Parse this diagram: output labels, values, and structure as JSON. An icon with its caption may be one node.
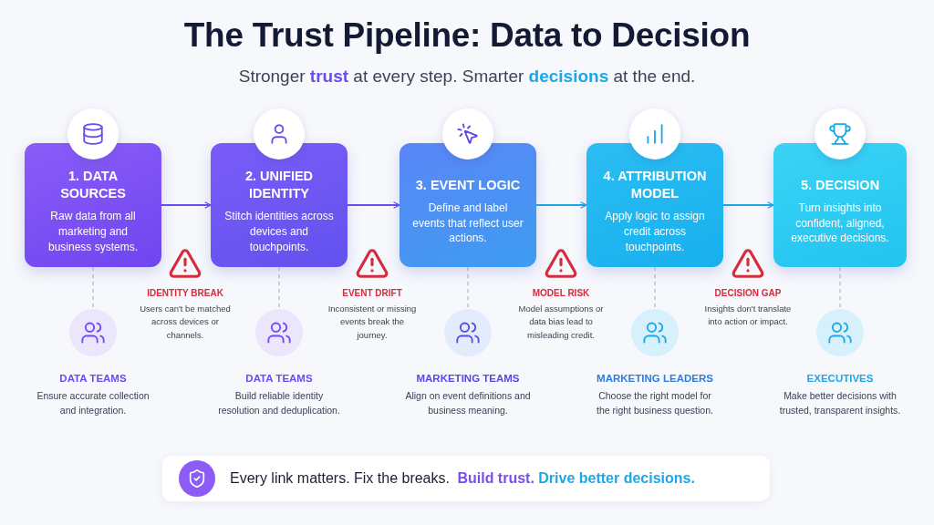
{
  "diagram": {
    "title": "The Trust Pipeline: Data to Decision",
    "caption": "Every link matters. Fix the breaks. **Build trust.** **Drive better decisions.**",
    "nodes": [
      {
        "text": [
          "1. DATA SOURCES",
          "Raw data from all marketing and business systems."
        ]
      },
      {
        "text": [
          "2. UNIFIED IDENTITY",
          "Stitch identities across devices and touchpoints."
        ]
      },
      {
        "text": [
          "3. EVENT LOGIC",
          "Define and label events that reflect user actions."
        ]
      },
      {
        "text": [
          "4. ATTRIBUTION MODEL",
          "Apply logic to assign credit across touchpoints."
        ]
      },
      {
        "text": [
          "5. DECISION",
          "Turn insights into confident, aligned, executive decisions."
        ]
      },
      {
        "text": [
          "DATA TEAMS",
          "Ensure accurate collection and integration."
        ]
      },
      {
        "text": [
          "DATA TEAMS",
          "Build reliable identity resolution and deduplication."
        ]
      },
      {
        "text": [
          "MARKETING TEAMS",
          "Align on event definitions and business meaning."
        ]
      },
      {
        "text": [
          "MARKETING LEADERS",
          "Choose the right model for the right business question."
        ]
      },
      {
        "text": [
          "EXECUTIVES",
          "Make better decisions with trusted, transparent insights."
        ]
      }
    ],
    "edges": [
      {
        "from": 0,
        "to": 1,
        "arrow": "to",
        "color": "#6a4cf0"
      },
      {
        "from": 1,
        "to": 2,
        "arrow": "to",
        "color": "#6a4cf0"
      },
      {
        "from": 2,
        "to": 3,
        "arrow": "to",
        "color": "#1aa8e8"
      },
      {
        "from": 3,
        "to": 4,
        "arrow": "to",
        "color": "#1aa8e8"
      },
      {
        "from": 0,
        "to": 5,
        "arrow": "none",
        "style": "dashed",
        "color": "#b5b8c2"
      },
      {
        "from": 1,
        "to": 6,
        "arrow": "none",
        "style": "dashed",
        "color": "#b5b8c2"
      },
      {
        "from": 2,
        "to": 7,
        "arrow": "none",
        "style": "dashed",
        "color": "#b5b8c2"
      },
      {
        "from": 3,
        "to": 8,
        "arrow": "none",
        "style": "dashed",
        "color": "#b5b8c2"
      },
      {
        "from": 4,
        "to": 9,
        "arrow": "none",
        "style": "dashed",
        "color": "#b5b8c2"
      }
    ],
    "labels": [
      "Stronger **trust** at every step. Smarter **decisions** at the end.",
      "IDENTITY BREAK",
      "Users can't be matched across devices or channels.",
      "EVENT DRIFT",
      "Inconsistent or missing events break the journey.",
      "MODEL RISK",
      "Model assumptions or data bias lead to misleading credit.",
      "DECISION GAP",
      "Insights don't translate into action or impact."
    ]
  }
}
